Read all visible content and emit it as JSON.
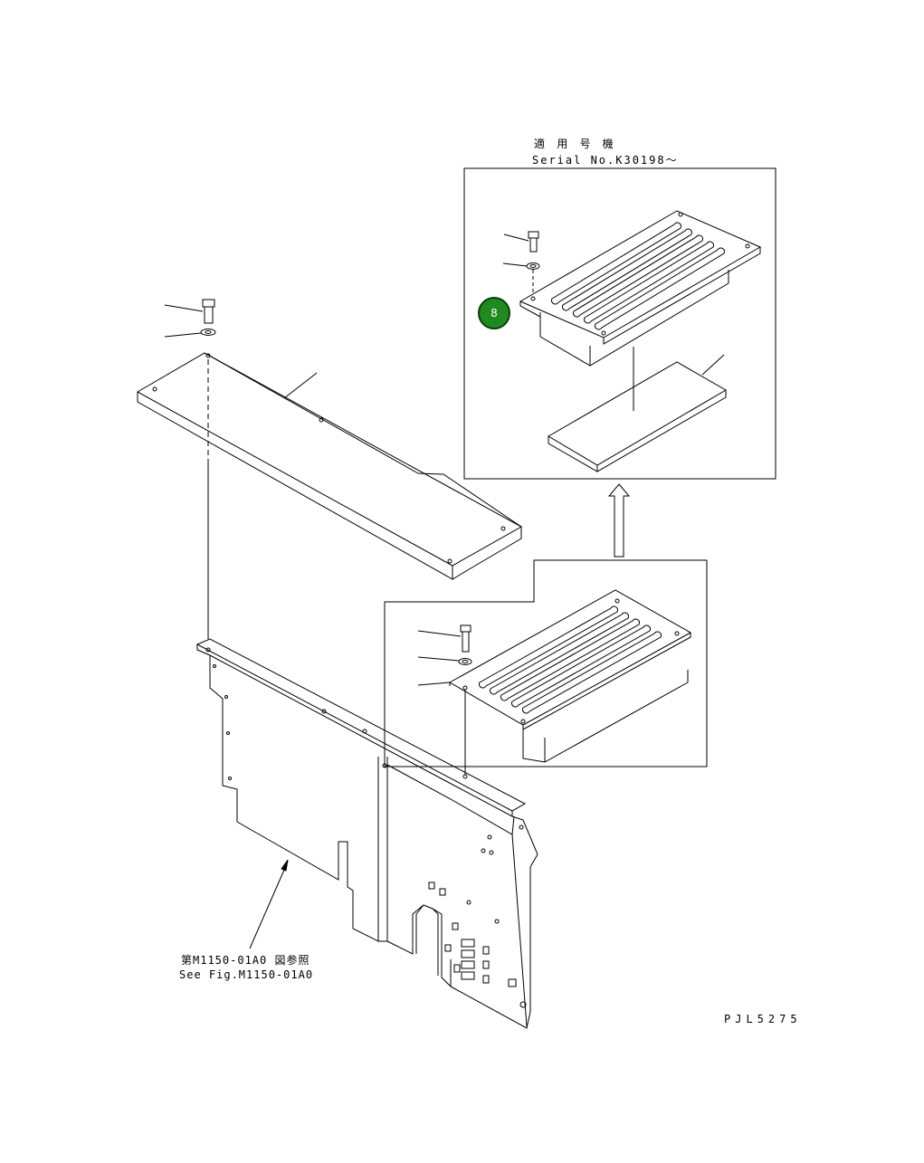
{
  "labels": {
    "serial_header_jp": "適 用 号 機",
    "serial_header_en": "Serial No.K30198～",
    "see_fig_jp": "第M1150-01A0 図参照",
    "see_fig_en": "See Fig.M1150-01A0",
    "drawing_code": "PJL5275"
  },
  "callouts": [
    {
      "number": "8",
      "color": "#1f8a1f"
    }
  ]
}
